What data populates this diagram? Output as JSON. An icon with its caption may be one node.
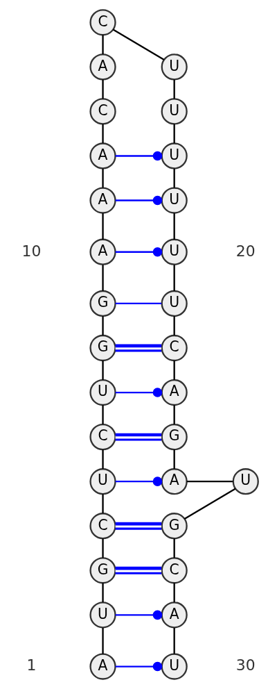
{
  "diagram": {
    "nodes": [
      {
        "text": [
          "A"
        ]
      },
      {
        "text": [
          "U"
        ]
      },
      {
        "text": [
          "G"
        ]
      },
      {
        "text": [
          "C"
        ]
      },
      {
        "text": [
          "U"
        ]
      },
      {
        "text": [
          "C"
        ]
      },
      {
        "text": [
          "U"
        ]
      },
      {
        "text": [
          "G"
        ]
      },
      {
        "text": [
          "G"
        ]
      },
      {
        "text": [
          "A"
        ]
      },
      {
        "text": [
          "A"
        ]
      },
      {
        "text": [
          "A"
        ]
      },
      {
        "text": [
          "C"
        ]
      },
      {
        "text": [
          "A"
        ]
      },
      {
        "text": [
          "C"
        ]
      },
      {
        "text": [
          "U"
        ]
      },
      {
        "text": [
          "U"
        ]
      },
      {
        "text": [
          "U"
        ]
      },
      {
        "text": [
          "U"
        ]
      },
      {
        "text": [
          "U"
        ]
      },
      {
        "text": [
          "U"
        ]
      },
      {
        "text": [
          "C"
        ]
      },
      {
        "text": [
          "A"
        ]
      },
      {
        "text": [
          "G"
        ]
      },
      {
        "text": [
          "A"
        ]
      },
      {
        "text": [
          "U"
        ]
      },
      {
        "text": [
          "G"
        ]
      },
      {
        "text": [
          "C"
        ]
      },
      {
        "text": [
          "A"
        ]
      },
      {
        "text": [
          "U"
        ]
      }
    ],
    "edges": [
      {
        "from": 0,
        "to": 1,
        "arrow": "none"
      },
      {
        "from": 1,
        "to": 2,
        "arrow": "none"
      },
      {
        "from": 2,
        "to": 3,
        "arrow": "none"
      },
      {
        "from": 3,
        "to": 4,
        "arrow": "none"
      },
      {
        "from": 4,
        "to": 5,
        "arrow": "none"
      },
      {
        "from": 5,
        "to": 6,
        "arrow": "none"
      },
      {
        "from": 6,
        "to": 7,
        "arrow": "none"
      },
      {
        "from": 7,
        "to": 8,
        "arrow": "none"
      },
      {
        "from": 8,
        "to": 9,
        "arrow": "none"
      },
      {
        "from": 9,
        "to": 10,
        "arrow": "none"
      },
      {
        "from": 10,
        "to": 11,
        "arrow": "none"
      },
      {
        "from": 11,
        "to": 12,
        "arrow": "none"
      },
      {
        "from": 12,
        "to": 13,
        "arrow": "none"
      },
      {
        "from": 13,
        "to": 14,
        "arrow": "none"
      },
      {
        "from": 14,
        "to": 15,
        "arrow": "none"
      },
      {
        "from": 15,
        "to": 16,
        "arrow": "none"
      },
      {
        "from": 16,
        "to": 17,
        "arrow": "none"
      },
      {
        "from": 17,
        "to": 18,
        "arrow": "none"
      },
      {
        "from": 18,
        "to": 19,
        "arrow": "none"
      },
      {
        "from": 19,
        "to": 20,
        "arrow": "none"
      },
      {
        "from": 20,
        "to": 21,
        "arrow": "none"
      },
      {
        "from": 21,
        "to": 22,
        "arrow": "none"
      },
      {
        "from": 22,
        "to": 23,
        "arrow": "none"
      },
      {
        "from": 23,
        "to": 24,
        "arrow": "none"
      },
      {
        "from": 24,
        "to": 25,
        "arrow": "none"
      },
      {
        "from": 25,
        "to": 26,
        "arrow": "none"
      },
      {
        "from": 26,
        "to": 27,
        "arrow": "none"
      },
      {
        "from": 27,
        "to": 28,
        "arrow": "none"
      },
      {
        "from": 28,
        "to": 29,
        "arrow": "none"
      },
      {
        "from": 11,
        "to": 17,
        "arrow": "other",
        "color": "#0000ff"
      },
      {
        "from": 10,
        "to": 18,
        "arrow": "other",
        "color": "#0000ff"
      },
      {
        "from": 9,
        "to": 19,
        "arrow": "other",
        "color": "#0000ff"
      },
      {
        "from": 8,
        "to": 20,
        "arrow": "none",
        "color": "#0000ff"
      },
      {
        "from": 7,
        "to": 21,
        "arrow": "none",
        "style": "thick",
        "color": "#0000ff"
      },
      {
        "from": 6,
        "to": 22,
        "arrow": "other",
        "color": "#0000ff"
      },
      {
        "from": 5,
        "to": 23,
        "arrow": "none",
        "style": "thick",
        "color": "#0000ff"
      },
      {
        "from": 4,
        "to": 24,
        "arrow": "other",
        "color": "#0000ff"
      },
      {
        "from": 3,
        "to": 26,
        "arrow": "none",
        "style": "thick",
        "color": "#0000ff"
      },
      {
        "from": 2,
        "to": 27,
        "arrow": "none",
        "style": "thick",
        "color": "#0000ff"
      },
      {
        "from": 1,
        "to": 28,
        "arrow": "other",
        "color": "#0000ff"
      },
      {
        "from": 0,
        "to": 29,
        "arrow": "other",
        "color": "#0000ff"
      }
    ],
    "labels": [
      "10",
      "20",
      "1",
      "30"
    ]
  }
}
